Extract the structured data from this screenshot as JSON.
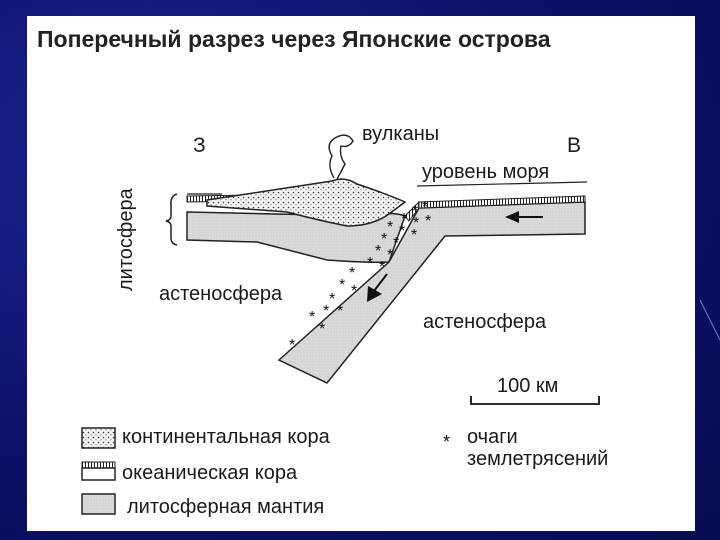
{
  "title": "Поперечный разрез через Японские острова",
  "labels": {
    "west": "З",
    "east": "В",
    "volcanoes": "вулканы",
    "sea_level": "уровень моря",
    "lithosphere": "литосфера",
    "asthenosphere_left": "астеносфера",
    "asthenosphere_right": "астеносфера",
    "scale": "100 км"
  },
  "legend": {
    "continental_crust": "континентальная кора",
    "oceanic_crust": "океаническая кора",
    "lithospheric_mantle": "литосферная мантия",
    "earthquake_foci_1": "очаги",
    "earthquake_foci_2": "землетрясений",
    "star_symbol": "*"
  }
}
